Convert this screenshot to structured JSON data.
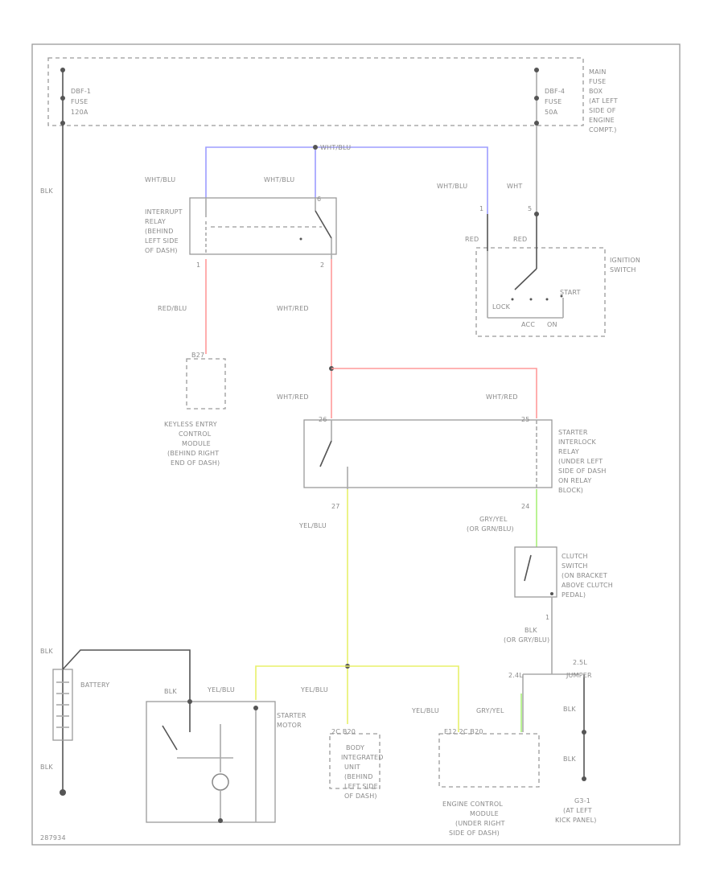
{
  "colors": {
    "wht_blu": "#9d9dff",
    "red": "#ff9a9a",
    "yel": "#e8f06a",
    "grn": "#a8f07a",
    "black": "#555555",
    "gray": "#aaaaaa"
  },
  "labels": {
    "fuse1": [
      "DBF-1",
      "FUSE",
      "120A"
    ],
    "fuse4": [
      "DBF-4",
      "FUSE",
      "50A"
    ],
    "main_fuse_box": [
      "MAIN",
      "FUSE",
      "BOX",
      "(AT LEFT",
      "SIDE OF",
      "ENGINE",
      "COMPT.)"
    ],
    "wht_blu_top": "WHT/BLU",
    "wht_blu_left": "WHT/BLU",
    "wht_blu_mid": "WHT/BLU",
    "wht_blu_right": "WHT/BLU",
    "wht_right": "WHT",
    "blk_left": "BLK",
    "interrupt_relay": [
      "INTERRUPT",
      "RELAY",
      "(BEHIND",
      "LEFT SIDE",
      "OF DASH)"
    ],
    "pin1": "1",
    "pin2": "2",
    "pin_mid": "6",
    "pin_ign1": "1",
    "pin_ign5": "5",
    "red_l": "RED",
    "red_r": "RED",
    "ignition_switch": [
      "IGNITION",
      "SWITCH"
    ],
    "ign_lock": "LOCK",
    "ign_start": "START",
    "ign_acc": "ACC",
    "ign_on": "ON",
    "red_blu": "RED/BLU",
    "wht_red_a": "WHT/RED",
    "pin_b": "B27",
    "keyless": [
      "KEYLESS ENTRY",
      "CONTROL",
      "MODULE",
      "(BEHIND RIGHT",
      "END OF DASH)"
    ],
    "wht_red_b": "WHT/RED",
    "wht_red_c": "WHT/RED",
    "pin_26": "26",
    "pin_25": "25",
    "starter_interlock": [
      "STARTER",
      "INTERLOCK",
      "RELAY",
      "(UNDER LEFT",
      "SIDE OF DASH",
      "ON RELAY",
      "BLOCK)"
    ],
    "pin_27": "27",
    "pin_24": "24",
    "yel_blu_a": "YEL/BLU",
    "gry_yel_a": [
      "GRY/YEL",
      "(OR GRN/BLU)"
    ],
    "clutch_switch": [
      "CLUTCH",
      "SWITCH",
      "(ON BRACKET",
      "ABOVE CLUTCH",
      "PEDAL)"
    ],
    "pin_clutch": "1",
    "blk_clutch": [
      "BLK",
      "(OR GRY/BLU)"
    ],
    "c3l": "2.4L",
    "c3l_jumper": [
      "2.5L",
      "JUMPER"
    ],
    "blk_g1": "BLK",
    "blk_g2": "BLK",
    "g_label": [
      "G3-1",
      "(AT LEFT",
      "KICK PANEL)"
    ],
    "blk_battery": "BLK",
    "battery": "BATTERY",
    "blk_bottom": "BLK",
    "blk_starter": "BLK",
    "yel_blu_b": "YEL/BLU",
    "yel_blu_c": "YEL/BLU",
    "yel_blu_d": "YEL/BLU",
    "gry_yel_b": "GRY/YEL",
    "starter_motor": [
      "STARTER",
      "MOTOR"
    ],
    "pin_bj": "2C  B20",
    "body_unit": [
      "BODY",
      "INTEGRATED",
      "UNIT",
      "(BEHIND",
      "LEFT SIDE",
      "OF DASH)"
    ],
    "pin_ecm": "E12  2C  B20",
    "ecm": [
      "ENGINE CONTROL",
      "MODULE",
      "(UNDER RIGHT",
      "SIDE OF DASH)"
    ],
    "footer": "287934"
  }
}
